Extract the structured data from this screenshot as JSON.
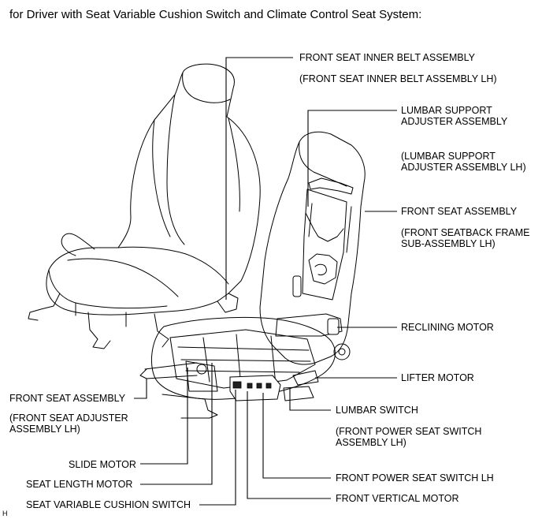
{
  "title": "for Driver with Seat Variable Cushion Switch and Climate Control Seat System:",
  "corner_mark": "H",
  "labels": {
    "inner_belt": "FRONT SEAT INNER BELT ASSEMBLY",
    "inner_belt_sub": "(FRONT SEAT INNER BELT ASSEMBLY LH)",
    "lumbar_adj_1": "LUMBAR SUPPORT",
    "lumbar_adj_2": "ADJUSTER ASSEMBLY",
    "lumbar_adj_sub_1": "(LUMBAR SUPPORT",
    "lumbar_adj_sub_2": "ADJUSTER ASSEMBLY LH)",
    "front_seat_assy": "FRONT SEAT ASSEMBLY",
    "seatback_frame_1": "(FRONT SEATBACK FRAME",
    "seatback_frame_2": "SUB-ASSEMBLY LH)",
    "reclining_motor": "RECLINING MOTOR",
    "lifter_motor": "LIFTER MOTOR",
    "lumbar_switch": "LUMBAR SWITCH",
    "power_switch_assy_1": "(FRONT POWER SEAT SWITCH",
    "power_switch_assy_2": "ASSEMBLY LH)",
    "power_switch_lh": "FRONT POWER SEAT SWITCH LH",
    "vertical_motor": "FRONT VERTICAL MOTOR",
    "left_seat_assy": "FRONT SEAT ASSEMBLY",
    "adjuster_1": "(FRONT SEAT ADJUSTER",
    "adjuster_2": "ASSEMBLY LH)",
    "slide_motor": "SLIDE MOTOR",
    "length_motor": "SEAT LENGTH MOTOR",
    "cushion_switch": "SEAT VARIABLE CUSHION SWITCH"
  }
}
